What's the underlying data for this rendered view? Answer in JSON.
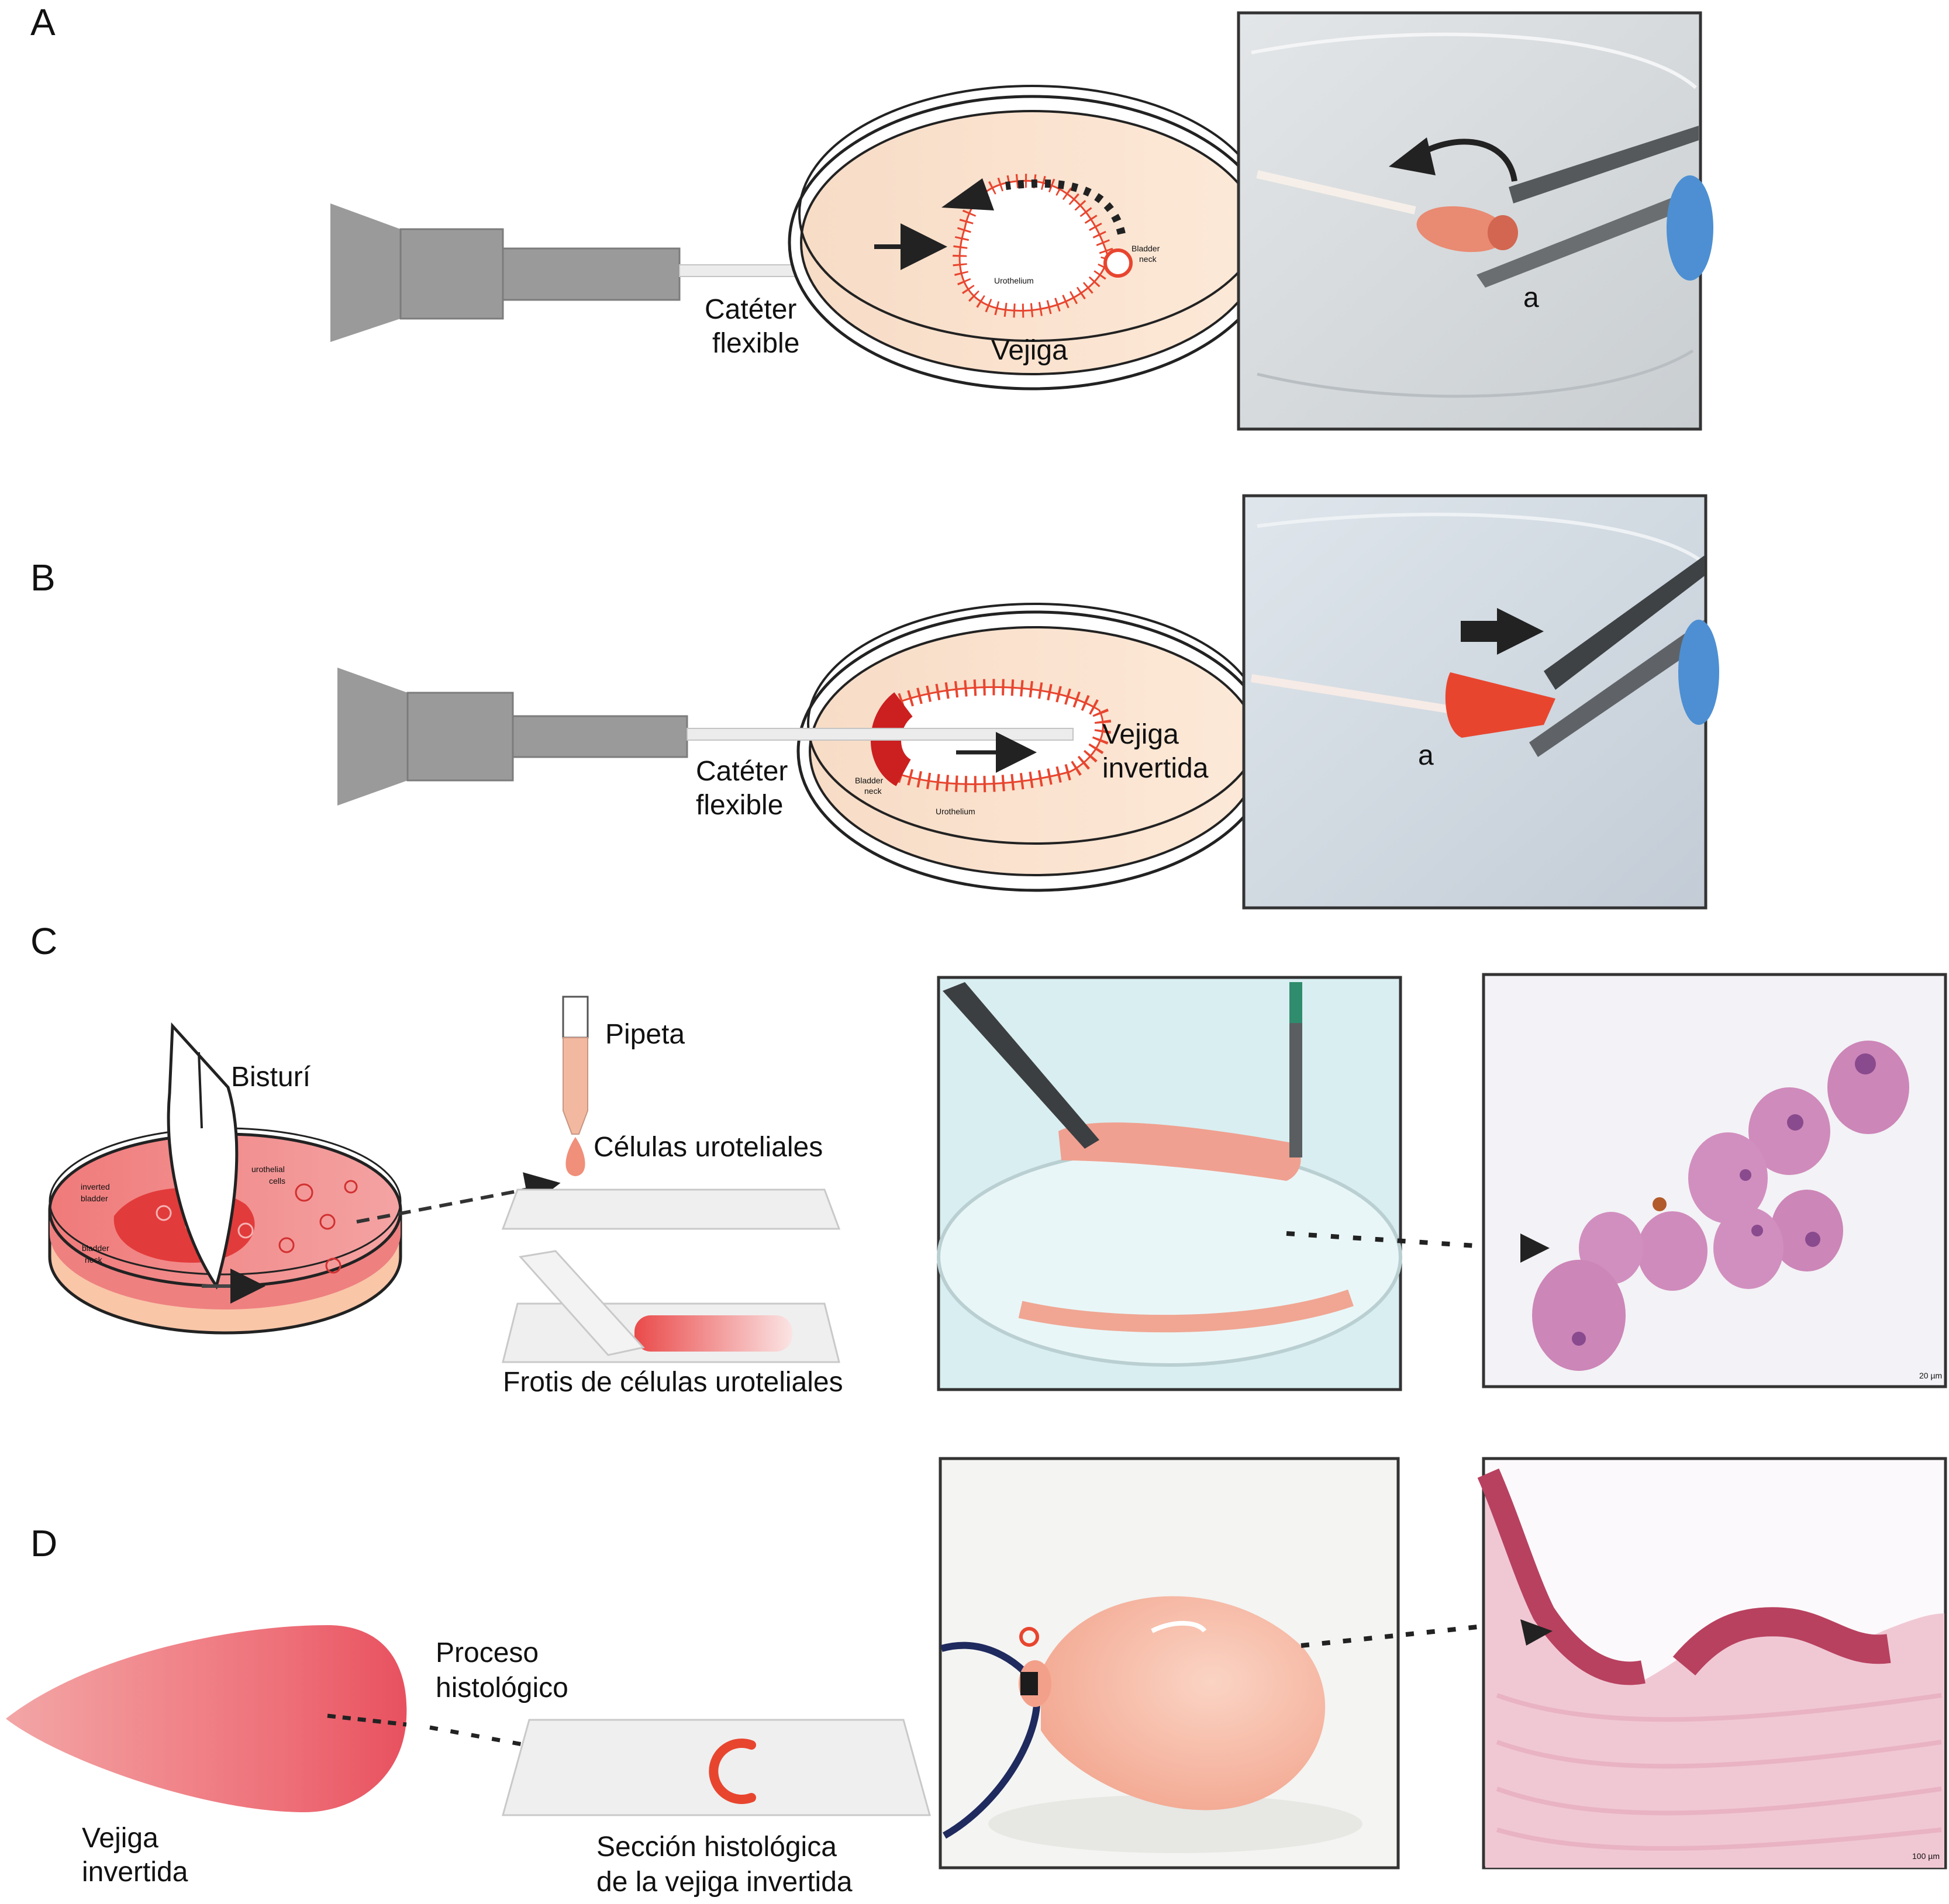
{
  "panels": {
    "a": {
      "letter": "A",
      "catheter_line1": "Catéter",
      "catheter_line2": "flexible",
      "bladder": "Vejiga",
      "urothelium": "Urothelium",
      "bladder_neck_1": "Bladder",
      "bladder_neck_2": "neck",
      "photo_marker": "a"
    },
    "b": {
      "letter": "B",
      "catheter_line1": "Catéter",
      "catheter_line2": "flexible",
      "inverted_line1": "Vejiga",
      "inverted_line2": "invertida",
      "urothelium": "Urothelium",
      "bladder_neck_1": "Bladder",
      "bladder_neck_2": "neck",
      "photo_marker": "a"
    },
    "c": {
      "letter": "C",
      "scalpel": "Bisturí",
      "pipette": "Pipeta",
      "urothelial_cells": "Células uroteliales",
      "smear": "Frotis de células uroteliales",
      "dish_inverted_1": "inverted",
      "dish_inverted_2": "bladder",
      "dish_urothelial_1": "urothelial",
      "dish_urothelial_2": "cells",
      "dish_neck_1": "bladder",
      "dish_neck_2": "neck",
      "scale_bar": "20 µm"
    },
    "d": {
      "letter": "D",
      "process_line1": "Proceso",
      "process_line2": "histológico",
      "inverted_line1": "Vejiga",
      "inverted_line2": "invertida",
      "section_line1": "Sección histológica",
      "section_line2": "de la vejiga invertida",
      "scale_bar": "100 µm"
    }
  },
  "colors": {
    "device_gray": "#9a9a9a",
    "dish_fill": "#fbe8d6",
    "tissue_red": "#e8452f",
    "frame": "#333333"
  }
}
